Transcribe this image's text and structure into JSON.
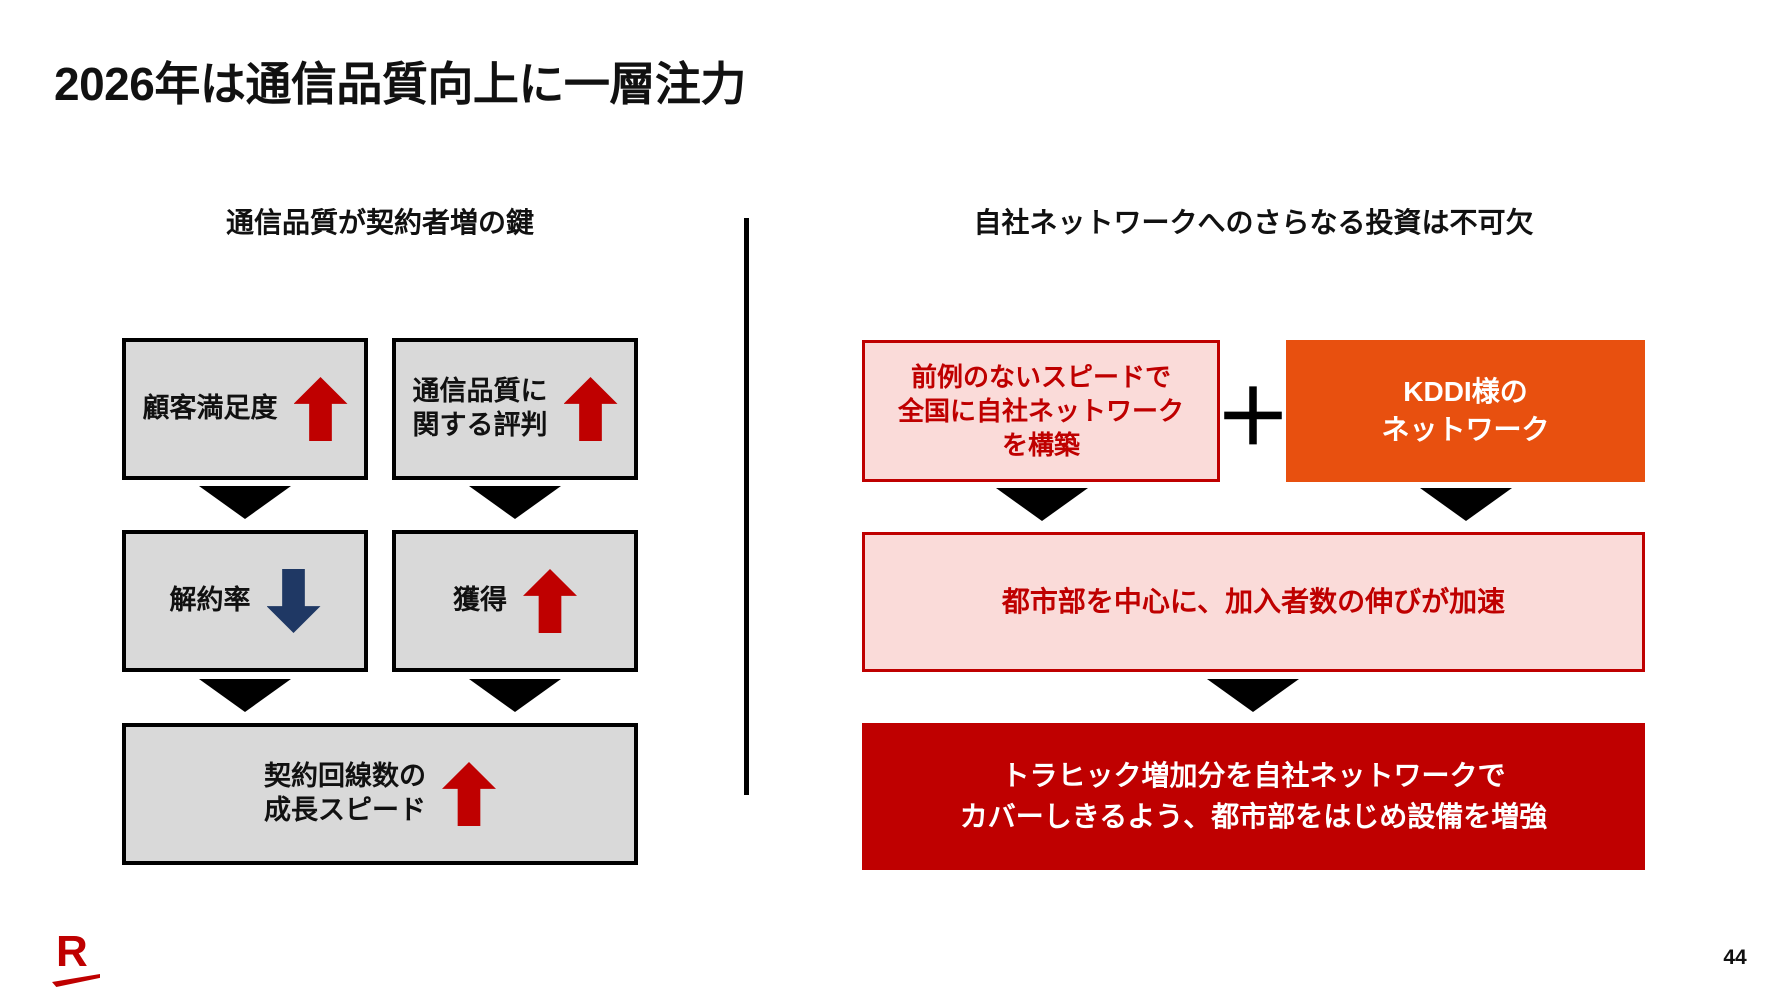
{
  "slide": {
    "title": "2026年は通信品質向上に一層注力",
    "page_number": "44",
    "logo_letter": "R"
  },
  "left_panel": {
    "header": "通信品質が契約者増の鍵",
    "customer_satisfaction_label": "顧客満足度",
    "reputation_line1": "通信品質に",
    "reputation_line2": "関する評判",
    "churn_label": "解約率",
    "acquisition_label": "獲得",
    "growth_line1": "契約回線数の",
    "growth_line2": "成長スピード"
  },
  "right_panel": {
    "header": "自社ネットワークへのさらなる投資は不可欠",
    "own_network_line1": "前例のないスピードで",
    "own_network_line2": "全国に自社ネットワーク",
    "own_network_line3": "を構築",
    "plus_sign": "＋",
    "kddi_line1": "KDDI様の",
    "kddi_line2": "ネットワーク",
    "acceleration_text": "都市部を中心に、加入者数の伸びが加速",
    "capacity_line1": "トラヒック増加分を自社ネットワークで",
    "capacity_line2": "カバーしきるよう、都市部をはじめ設備を増強"
  },
  "icons": {
    "up_trend": "block-arrow-up",
    "down_trend": "block-arrow-down",
    "flow_connector": "triangle-down"
  },
  "colors": {
    "accent_red": "#bf0000",
    "accent_orange": "#e8500f",
    "pink_fill": "#fadbd9",
    "gray_fill": "#d9d9d9",
    "navy": "#1f3864",
    "black": "#000000"
  }
}
